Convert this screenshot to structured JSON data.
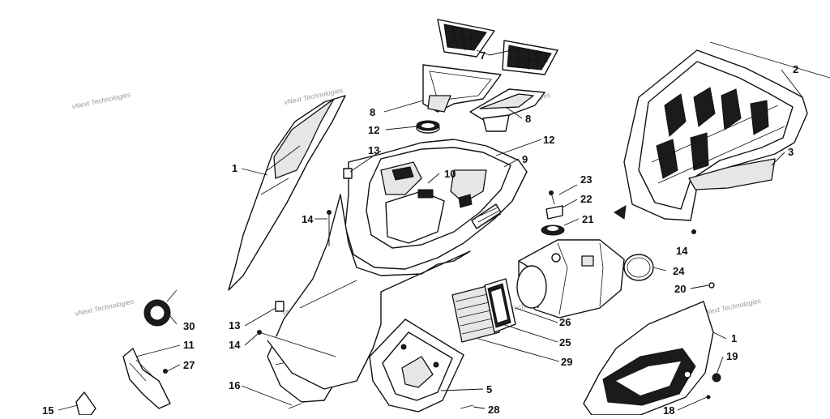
{
  "diagram": {
    "watermark": "vNext Technologies",
    "callouts": {
      "c1a": "1",
      "c1b": "1",
      "c2": "2",
      "c3": "3",
      "c5": "5",
      "c7": "7",
      "c8a": "8",
      "c8b": "8",
      "c9": "9",
      "c10": "10",
      "c11": "11",
      "c12a": "12",
      "c12b": "12",
      "c13a": "13",
      "c13b": "13",
      "c14a": "14",
      "c14b": "14",
      "c14c": "14",
      "c15": "15",
      "c16": "16",
      "c18": "18",
      "c19": "19",
      "c20": "20",
      "c21": "21",
      "c22": "22",
      "c23": "23",
      "c24": "24",
      "c25": "25",
      "c26": "26",
      "c27": "27",
      "c28": "28",
      "c29": "29",
      "c30": "30"
    }
  }
}
